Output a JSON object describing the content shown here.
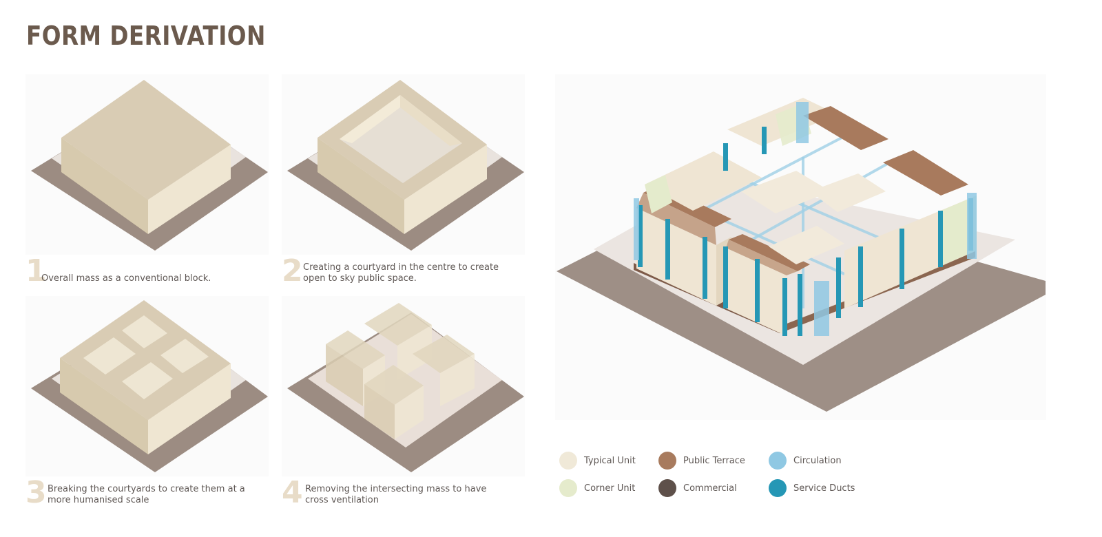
{
  "title": "FORM DERIVATION",
  "steps": [
    {
      "number": "1",
      "caption": "Overall mass as a conventional block."
    },
    {
      "number": "2",
      "caption": "Creating a courtyard in the centre to create open to sky public space."
    },
    {
      "number": "3",
      "caption": "Breaking the courtyards to create them at a more humanised scale"
    },
    {
      "number": "4",
      "caption": "Removing the intersecting mass to have cross ventilation"
    }
  ],
  "legend": [
    {
      "label": "Typical Unit",
      "color": "#f0e9d8"
    },
    {
      "label": "Corner Unit",
      "color": "#e5ebcc"
    },
    {
      "label": "Public Terrace",
      "color": "#a87b5e"
    },
    {
      "label": "Commercial",
      "color": "#5e504a"
    },
    {
      "label": "Circulation",
      "color": "#8fc8e3"
    },
    {
      "label": "Service Ducts",
      "color": "#2597b5"
    }
  ]
}
